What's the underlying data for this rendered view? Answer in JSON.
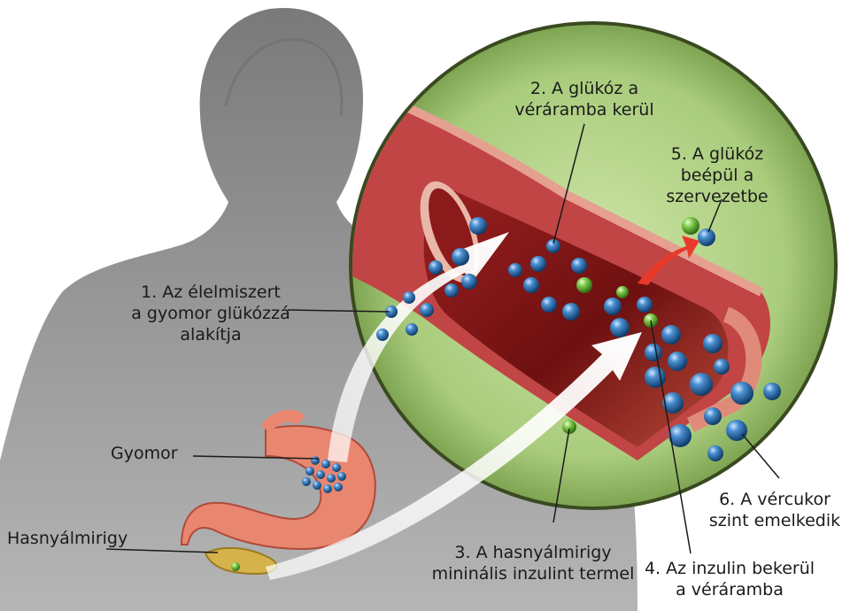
{
  "colors": {
    "magnifier_fill": "#a9cc7c",
    "body_silhouette": "#8e8e8e",
    "vessel_outer": "#b83a3a",
    "vessel_inner": "#7a1414",
    "glucose_molecule": "#2f6fa5",
    "insulin_molecule": "#6cb83a",
    "stomach": "#e8866f",
    "pancreas": "#d5b34a",
    "arrow": "#ffffff",
    "uptake_arrow": "#e83a2a"
  },
  "labels": {
    "step1": [
      "1. Az élelmiszert",
      "a gyomor glükózzá",
      "alakítja"
    ],
    "step2": [
      "2. A glükóz a",
      "véráramba kerül"
    ],
    "step3": [
      "3. A hasnyálmirigy",
      "mininális inzulint termel"
    ],
    "step4": [
      "4. Az inzulin bekerül",
      "a véráramba"
    ],
    "step5": [
      "5. A glükóz",
      "beépül a szervezetbe"
    ],
    "step6": [
      "6. A vércukor",
      "szint emelkedik"
    ],
    "stomach": "Gyomor",
    "pancreas": "Hasnyálmirigy"
  }
}
